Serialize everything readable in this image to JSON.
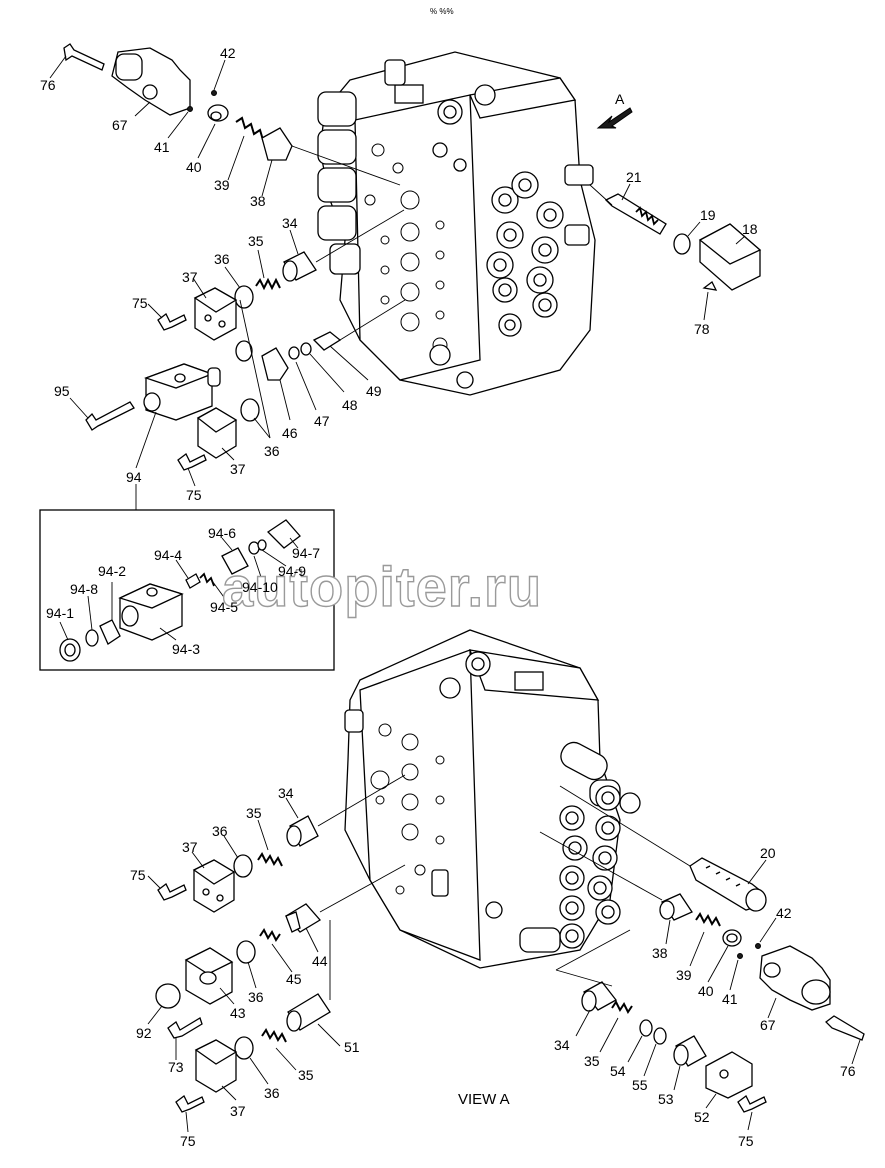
{
  "header_mark": "% %%",
  "arrow_label": "A",
  "view_label": "VIEW  A",
  "watermark": "autopiter.ru",
  "labels": {
    "l76a": "76",
    "l42a": "42",
    "l67a": "67",
    "l41a": "41",
    "l40a": "40",
    "l39a": "39",
    "l38a": "38",
    "l34a": "34",
    "l35a": "35",
    "l36a": "36",
    "l37a": "37",
    "l75a": "75",
    "l21": "21",
    "l19": "19",
    "l18": "18",
    "l78": "78",
    "l95": "95",
    "l94": "94",
    "l46": "46",
    "l47": "47",
    "l48": "48",
    "l49": "49",
    "l36b": "36",
    "l37b": "37",
    "l75b": "75",
    "l94_6": "94-6",
    "l94_7": "94-7",
    "l94_4": "94-4",
    "l94_9": "94-9",
    "l94_2": "94-2",
    "l94_10": "94-10",
    "l94_8": "94-8",
    "l94_5": "94-5",
    "l94_1": "94-1",
    "l94_3": "94-3",
    "l34b": "34",
    "l35b": "35",
    "l36c": "36",
    "l37c": "37",
    "l75c": "75",
    "l20": "20",
    "l42b": "42",
    "l38b": "38",
    "l39b": "39",
    "l40b": "40",
    "l41b": "41",
    "l44": "44",
    "l45": "45",
    "l36d": "36",
    "l43": "43",
    "l67b": "67",
    "l76b": "76",
    "l92": "92",
    "l73": "73",
    "l51": "51",
    "l34c": "34",
    "l35c": "35",
    "l54": "54",
    "l55": "55",
    "l53": "53",
    "l35d": "35",
    "l36e": "36",
    "l37d": "37",
    "l52": "52",
    "l75d": "75",
    "l75e": "75"
  }
}
